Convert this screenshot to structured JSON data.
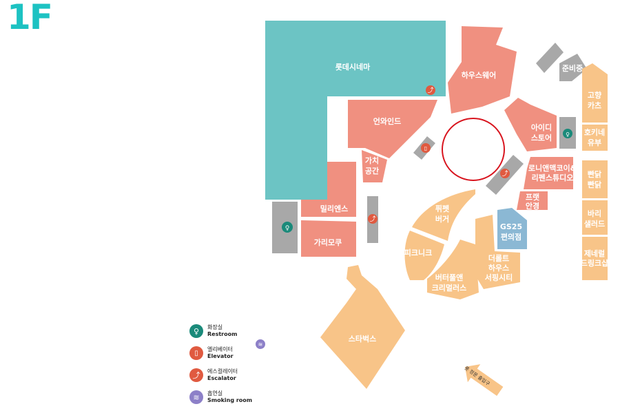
{
  "floor": "1F",
  "colors": {
    "cinema": "#6cc4c4",
    "fashion": "#f09080",
    "food": "#f8c488",
    "convenience": "#8bb8d4",
    "facility": "#a8a8a8",
    "restroom_icon": "#1a8a7a",
    "elevator_icon": "#e05a40",
    "escalator_icon": "#e05a40",
    "smoking_icon": "#8d80c8",
    "highlight_circle": "#d8141e",
    "floor_label": "#1dc2c2"
  },
  "stores": {
    "lotte_cinema": "롯데시네마",
    "house_ware": "하우스웨어",
    "one_wind": "언와인드",
    "value_space": [
      "가치",
      "공간"
    ],
    "millions": "밀리엔스",
    "garimoku": "가리모쿠",
    "eye_d_store": [
      "아이디",
      "스토어"
    ],
    "loni": [
      "로니앤맥코이&",
      "리펜스튜디오"
    ],
    "frame_glasses": [
      "프랫",
      "안경"
    ],
    "preparing": "준비중",
    "gohyang_katsu": [
      "고향",
      "카츠"
    ],
    "hokine_yubu": [
      "호키네",
      "유부"
    ],
    "ppan_dak": [
      "빤닭",
      "빤닭"
    ],
    "bari_salad": [
      "바리",
      "샐러드"
    ],
    "general_drink": [
      "제네럴",
      "드링크샵"
    ],
    "gs25": [
      "GS25",
      "편의점"
    ],
    "puffet_burger": [
      "퓌펫",
      "버거"
    ],
    "picnic": "피크니크",
    "butterfulan": [
      "버터풀앤",
      "크리멀러스"
    ],
    "the_roll": [
      "더롤트",
      "하우스",
      "서핑시티"
    ],
    "starbucks": "스타벅스"
  },
  "legend": [
    {
      "icon": "restroom-icon",
      "ko": "화장실",
      "en": "Restroom",
      "color": "#1a8a7a"
    },
    {
      "icon": "elevator-icon",
      "ko": "엘리베이터",
      "en": "Elevator",
      "color": "#e05a40"
    },
    {
      "icon": "escalator-icon",
      "ko": "에스컬레이터",
      "en": "Escalator",
      "color": "#e05a40"
    },
    {
      "icon": "smoking-icon",
      "ko": "흡연실",
      "en": "Smoking room",
      "color": "#8d80c8"
    }
  ],
  "entrance": "롯 정문 출입구"
}
